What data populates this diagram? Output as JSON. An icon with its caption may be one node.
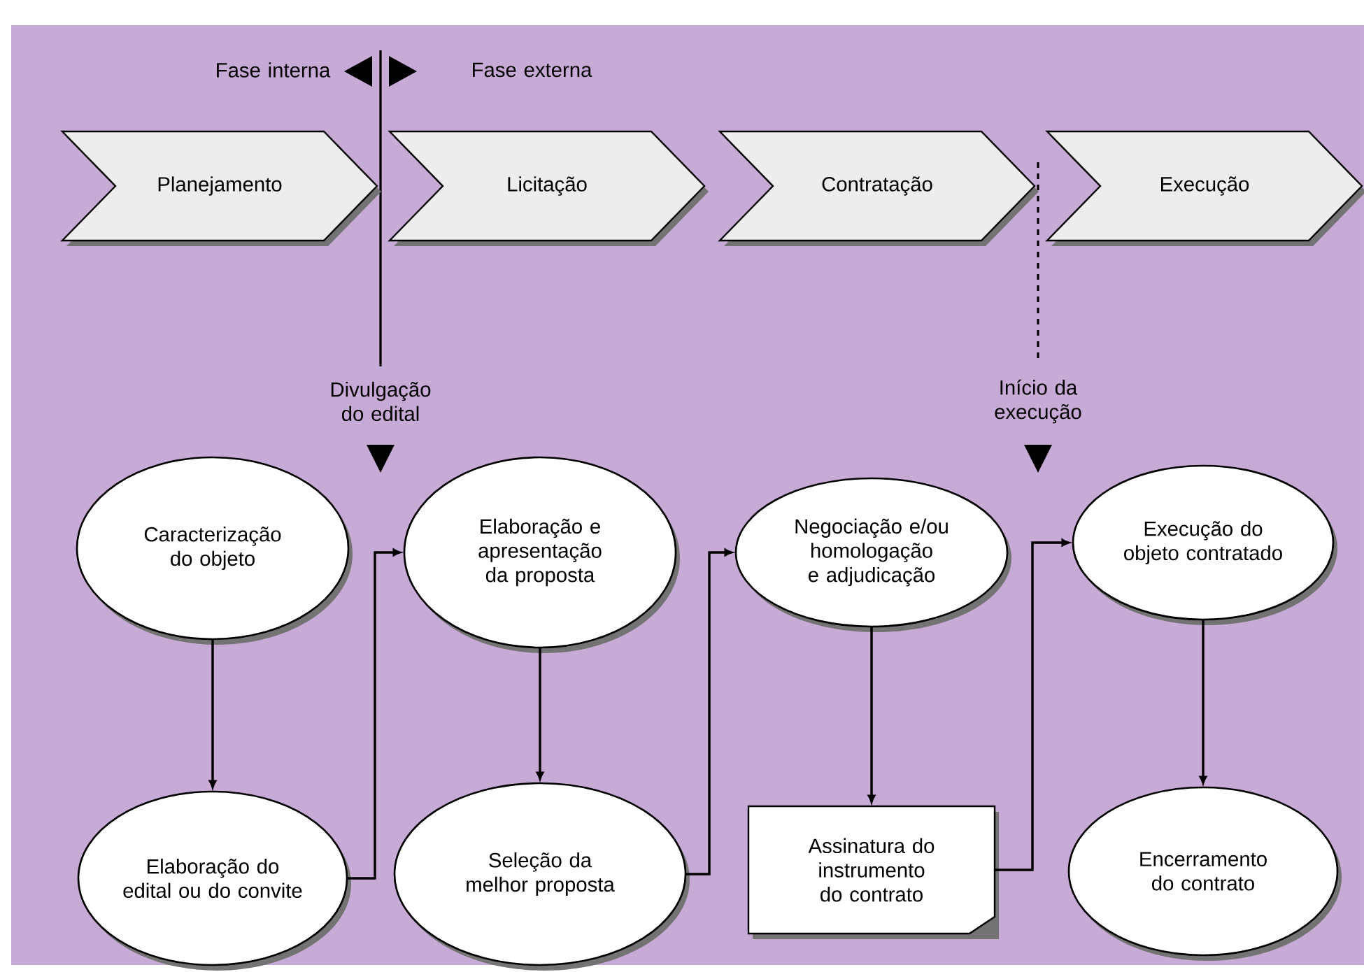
{
  "diagram": {
    "nodes": [
      {
        "text": [
          "Planejamento"
        ]
      },
      {
        "text": [
          "Licitação"
        ]
      },
      {
        "text": [
          "Contratação"
        ]
      },
      {
        "text": [
          "Execução"
        ]
      },
      {
        "text": [
          "Caracterização do objeto"
        ]
      },
      {
        "text": [
          "Elaboração do edital ou do convite"
        ]
      },
      {
        "text": [
          "Elaboração e apresentação da proposta"
        ]
      },
      {
        "text": [
          "Seleção da melhor proposta"
        ]
      },
      {
        "text": [
          "Negociação e/ou homologação e adjudicação"
        ]
      },
      {
        "text": [
          "Assinatura do instrumento do contrato"
        ]
      },
      {
        "text": [
          "Execução do objeto contratado"
        ]
      },
      {
        "text": [
          "Encerramento do contrato"
        ]
      }
    ],
    "edges": [
      {
        "from": 4,
        "to": 5,
        "arrow": "to"
      },
      {
        "from": 5,
        "to": 6,
        "arrow": "to"
      },
      {
        "from": 6,
        "to": 7,
        "arrow": "to"
      },
      {
        "from": 7,
        "to": 8,
        "arrow": "to"
      },
      {
        "from": 8,
        "to": 9,
        "arrow": "to"
      },
      {
        "from": 9,
        "to": 10,
        "arrow": "to"
      },
      {
        "from": 10,
        "to": 11,
        "arrow": "to"
      }
    ],
    "labels": [
      "Fase interna",
      "Fase externa",
      "Divulgação do edital",
      "Início da execução"
    ]
  }
}
